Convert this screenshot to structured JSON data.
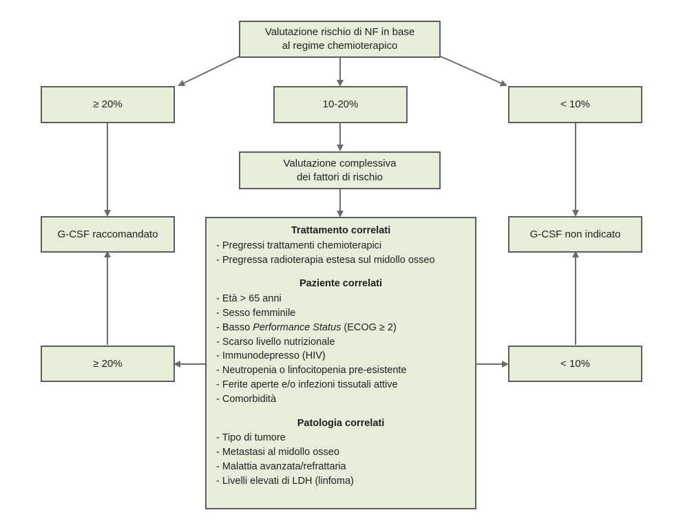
{
  "top_box": {
    "line1": "Valutazione rischio di NF in base",
    "line2": "al regime chemioterapico"
  },
  "risk_high": "≥ 20%",
  "risk_mid": "10-20%",
  "risk_low": "< 10%",
  "overall_box": {
    "line1": "Valutazione complessiva",
    "line2": "dei fattori di rischio"
  },
  "gcsf_recommended": "G-CSF raccomandato",
  "gcsf_not_indicated": "G-CSF non indicato",
  "outcome_high": "≥ 20%",
  "outcome_low": "< 10%",
  "factors": {
    "treatment": {
      "title": "Trattamento correlati",
      "items": [
        "- Pregressi trattamenti chemioterapici",
        "- Pregressa radioterapia estesa sul midollo osseo"
      ]
    },
    "patient": {
      "title": "Paziente correlati",
      "items": [
        "- Età > 65 anni",
        "- Sesso femminile"
      ],
      "ps_prefix": "- Basso ",
      "ps_italic": "Performance Status",
      "ps_suffix": " (ECOG ≥ 2)",
      "items_after": [
        "- Scarso livello nutrizionale",
        "- Immunodepresso (HIV)",
        "- Neutropenia o linfocitopenia pre-esistente",
        "- Ferite aperte e/o infezioni tissutali attive",
        "- Comorbidità"
      ]
    },
    "pathology": {
      "title": "Patologia correlati",
      "items": [
        "- Tipo di tumore",
        "- Metastasi al midollo osseo",
        "- Malattia avanzata/refrattaria",
        "- Livelli elevati di LDH (linfoma)"
      ]
    }
  },
  "colors": {
    "box_fill": "#e5eed9",
    "box_border": "#5c5c5c",
    "arrow": "#6b6b6b"
  }
}
